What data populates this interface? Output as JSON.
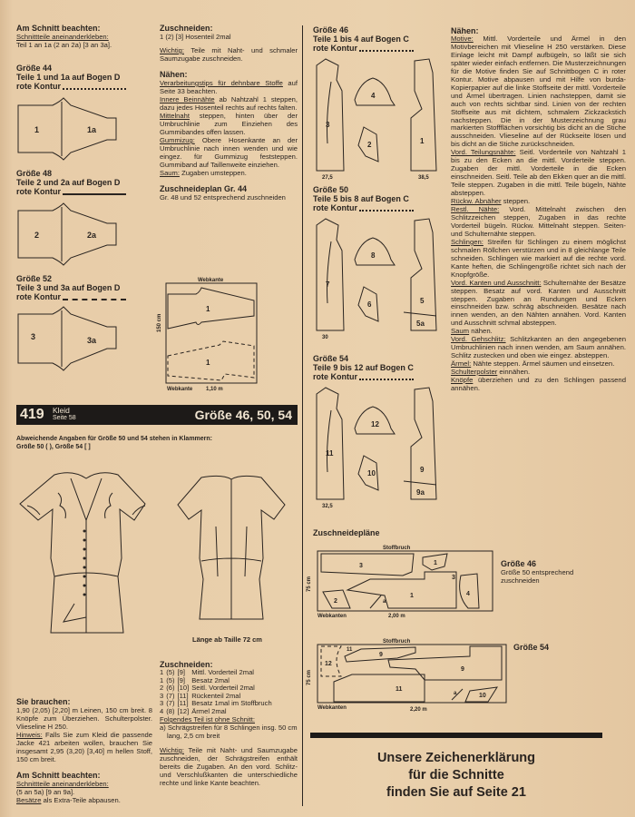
{
  "left_top": {
    "am_schnitt_title": "Am Schnitt beachten:",
    "am_schnitt_u": "Schnittteile aneinanderkleben:",
    "am_schnitt_t": "Teil 1 an 1a (2 an 2a) [3 an 3a].",
    "sizes": [
      {
        "title": "Größe 44",
        "sub": "Teile 1 und 1a auf Bogen D",
        "kontur": "rote Kontur",
        "a": "1",
        "b": "1a"
      },
      {
        "title": "Größe 48",
        "sub": "Teile 2 und 2a auf Bogen D",
        "kontur": "rote Kontur",
        "a": "2",
        "b": "2a"
      },
      {
        "title": "Größe 52",
        "sub": "Teile 3 und 3a auf Bogen D",
        "kontur": "rote Kontur",
        "a": "3",
        "b": "3a"
      }
    ]
  },
  "mid_top": {
    "zuschneiden_title": "Zuschneiden:",
    "zuschneiden_line": "1 (2) [3] Hosenteil 2mal",
    "wichtig_u": "Wichtig:",
    "wichtig_t": " Teile mit Naht- und schmaler Saumzugabe zuschneiden.",
    "naehen_title": "Nähen:",
    "naehen": [
      {
        "u": "Verarbeitungstips für dehnbare Stoffe",
        "t": " auf Seite 33 beachten."
      },
      {
        "u": "Innere Beinnähte",
        "t": " ab Nahtzahl 1 steppen, dazu jedes Hosenteil rechts auf rechts falten."
      },
      {
        "u": "Mittelnaht",
        "t": " steppen, hinten über der Umbruchlinie zum Einziehen des Gummibandes offen lassen."
      },
      {
        "u": "Gummizug:",
        "t": " Obere Hosenkante an der Umbruchlinie nach innen wenden und wie eingez. für Gummizug feststeppen. Gummiband auf Taillenweite einziehen."
      },
      {
        "u": "Saum:",
        "t": " Zugaben umsteppen."
      }
    ],
    "plan_title": "Zuschneideplan Gr. 44",
    "plan_sub": "Gr. 48 und 52 entsprechend zuschneiden",
    "plan_webkante_top": "Webkante",
    "plan_webkante_bottom": "Webkante",
    "plan_width": "1,10 m",
    "plan_height": "150 cm",
    "plan_piece": "1"
  },
  "model_bar": {
    "number": "419",
    "name": "Kleid",
    "page": "Seite 58",
    "sizes": "Größe 46, 50, 54"
  },
  "abweichend": "Abweichende Angaben für Größe 50 und 54 stehen in Klammern:",
  "abweichend2": "Größe 50 ( ), Größe 54 [ ]",
  "laenge": "Länge ab Taille 72 cm",
  "left_bottom": {
    "brauchen_title": "Sie brauchen:",
    "brauchen_t": "1,90 (2,05) [2,20] m Leinen, 150 cm breit. 8 Knöpfe zum Überziehen. Schulterpolster. Vlieseline H 250.",
    "hinweis_u": "Hinweis:",
    "hinweis_t": " Falls Sie zum Kleid die passende Jacke 421 arbeiten wollen, brauchen Sie insgesamt 2,95 (3,20) [3,40] m hellen Stoff, 150 cm breit.",
    "am_schnitt_title": "Am Schnitt beachten:",
    "am_schnitt_u": "Schnittteile aneinanderkleben:",
    "am_schnitt_t": "(5 an 5a) [9 an 9a].",
    "besaetze_u": "Besätze",
    "besaetze_t": " als Extra-Teile abpausen."
  },
  "mid_bottom": {
    "zuschneiden_title": "Zuschneiden:",
    "rows": [
      {
        "a": "1",
        "b": "(5)",
        "c": "[9]",
        "d": "Mittl. Vorderteil 2mal"
      },
      {
        "a": "1",
        "b": "(5)",
        "c": "[9]",
        "d": "Besatz 2mal"
      },
      {
        "a": "2",
        "b": "(6)",
        "c": "[10]",
        "d": "Seitl. Vorderteil 2mal"
      },
      {
        "a": "3",
        "b": "(7)",
        "c": "[11]",
        "d": "Rückenteil 2mal"
      },
      {
        "a": "3",
        "b": "(7)",
        "c": "[11]",
        "d": "Besatz 1mal im Stoffbruch"
      },
      {
        "a": "4",
        "b": "(8)",
        "c": "[12]",
        "d": "Ärmel 2mal"
      }
    ],
    "ohne_u": "Folgendes Teil ist ohne Schnitt:",
    "ohne_t": "a) Schrägstreifen für 8 Schlingen insg. 50 cm lang, 2,5 cm breit",
    "wichtig_u": "Wichtig:",
    "wichtig_t": " Teile mit Naht- und Saumzugabe zuschneiden, der Schrägstreifen enthält bereits die Zugaben. An den vord. Schlitz- und Verschlußkanten die unterschiedliche rechte und linke Kante beachten."
  },
  "right_diagrams": [
    {
      "title": "Größe 46",
      "sub": "Teile 1 bis 4 auf Bogen C",
      "kontur": "rote Kontur",
      "p": [
        "3",
        "4",
        "2",
        "1"
      ],
      "dim": [
        "27,5",
        "38,5"
      ]
    },
    {
      "title": "Größe 50",
      "sub": "Teile 5 bis 8 auf Bogen C",
      "kontur": "rote Kontur",
      "p": [
        "7",
        "8",
        "6",
        "5",
        "5a"
      ],
      "dim": [
        "30",
        ""
      ]
    },
    {
      "title": "Größe 54",
      "sub": "Teile 9 bis 12 auf Bogen C",
      "kontur": "rote Kontur",
      "p": [
        "11",
        "12",
        "10",
        "9",
        "9a"
      ],
      "dim": [
        "32,5",
        ""
      ]
    }
  ],
  "right_text": {
    "naehen_title": "Nähen:",
    "items": [
      {
        "u": "Motive:",
        "t": " Mittl. Vorderteile und Ärmel in den Motivbereichen mit Vlieseline H 250 verstärken. Diese Einlage leicht mit Dampf aufbügeln, so läßt sie sich später wieder einfach entfernen. Die Musterzeichnungen für die Motive finden Sie auf Schnittbogen C in roter Kontur. Motive abpausen und mit Hilfe von burda-Kopierpapier auf die linke Stoffseite der mittl. Vorderteile und Ärmel übertragen. Linien nachsteppen, damit sie auch von rechts sichtbar sind. Linien von der rechten Stoffseite aus mit dichtem, schmalem Zickzackstich nachsteppen. Die in der Musterzeichnung grau markierten Stoffflächen vorsichtig bis dicht an die Stiche ausschneiden. Vlieseline auf der Rückseite lösen und bis dicht an die Stiche zurückschneiden."
      },
      {
        "u": "Vord. Teilungsnähte:",
        "t": " Seitl. Vorderteile von Nahtzahl 1 bis zu den Ecken an die mittl. Vorderteile steppen. Zugaben der mittl. Vorderteile in die Ecken einschneiden. Seitl. Teile ab den Ekken quer an die mittl. Teile steppen. Zugaben in die mittl. Teile bügeln, Nähte absteppen."
      },
      {
        "u": "Rückw. Abnäher",
        "t": " steppen."
      },
      {
        "u": "Restl. Nähte:",
        "t": " Vord. Mittelnaht zwischen den Schlitzzeichen steppen, Zugaben in das rechte Vorderteil bügeln. Rückw. Mittelnaht steppen. Seiten- und Schulternähte steppen."
      },
      {
        "u": "Schlingen:",
        "t": " Streifen für Schlingen zu einem möglichst schmalen Röllchen verstürzen und in 8 gleichlange Teile schneiden. Schlingen wie markiert auf die rechte vord. Kante heften, die Schlingengröße richtet sich nach der Knopfgröße."
      },
      {
        "u": "Vord. Kanten und Ausschnitt:",
        "t": " Schulternähte der Besätze steppen. Besatz auf vord. Kanten und Ausschnitt steppen. Zugaben an Rundungen und Ecken einschneiden bzw. schräg abschneiden. Besätze nach innen wenden, an den Nähten annähen. Vord. Kanten und Ausschnitt schmal absteppen."
      },
      {
        "u": "Saum",
        "t": " nähen."
      },
      {
        "u": "Vord. Gehschlitz:",
        "t": " Schlitzkanten an den angegebenen Umbruchlinien nach innen wenden, am Saum annähen. Schlitz zustecken und oben wie eingez. absteppen."
      },
      {
        "u": "Ärmel:",
        "t": " Nähte steppen. Ärmel säumen und einsetzen."
      },
      {
        "u": "Schulterpolster",
        "t": " einnähen."
      },
      {
        "u": "Knöpfe",
        "t": " überziehen und zu den Schlingen passend annähen."
      }
    ]
  },
  "plans": {
    "title": "Zuschneidepläne",
    "p46": {
      "label": "Größe 46",
      "sub": "Größe 50 entsprechend zuschneiden",
      "fold": "Stoffbruch",
      "selvage": "Webkanten",
      "width": "2,00 m",
      "height": "75 cm",
      "pieces": [
        "3",
        "1",
        "3",
        "4",
        "2",
        "a",
        "1"
      ]
    },
    "p54": {
      "label": "Größe 54",
      "fold": "Stoffbruch",
      "selvage": "Webkanten",
      "width": "2,20 m",
      "height": "75 cm",
      "pieces": [
        "11",
        "9",
        "12",
        "9",
        "11",
        "a",
        "10"
      ]
    }
  },
  "footer_note": [
    "Unsere Zeichenerklärung",
    "für die Schnitte",
    "finden Sie auf Seite 21"
  ]
}
